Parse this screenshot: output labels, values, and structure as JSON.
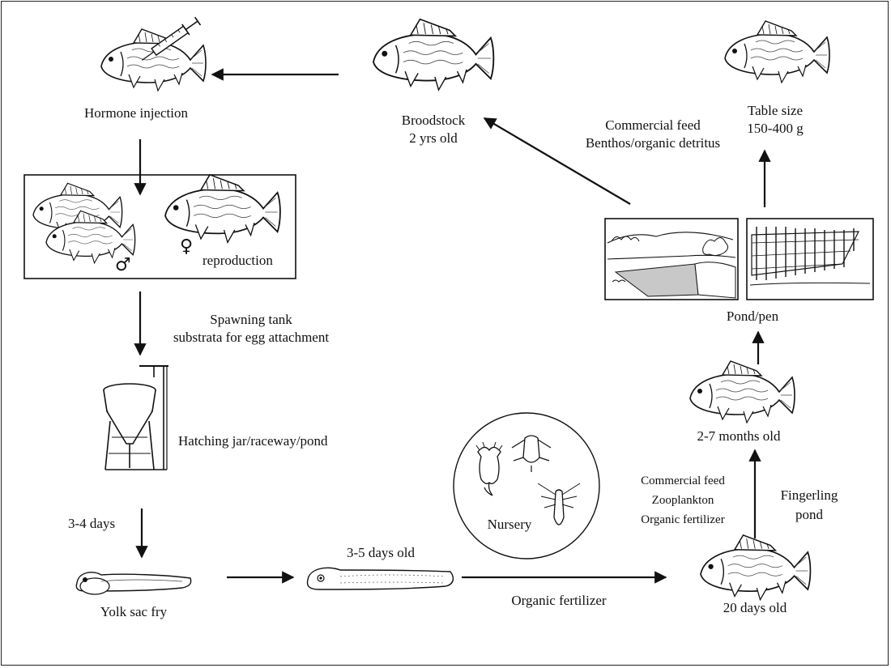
{
  "stages": {
    "hormone_injection": "Hormone injection",
    "broodstock": [
      "Broodstock",
      "2 yrs old"
    ],
    "table_size": [
      "Table size",
      "150-400 g"
    ],
    "reproduction": "reproduction",
    "male_symbol": "♂",
    "female_symbol": "♀",
    "spawning_tank": [
      "Spawning tank",
      "substrata for egg attachment"
    ],
    "hatching": "Hatching jar/raceway/pond",
    "three_four_days": "3-4 days",
    "yolk_sac_fry": "Yolk sac fry",
    "three_five_days_old": "3-5 days old",
    "organic_fertilizer": "Organic fertilizer",
    "nursery": "Nursery",
    "twenty_days_old": "20 days old",
    "fingerling_pond": [
      "Fingerling",
      "pond"
    ],
    "two_seven_months": "2-7 months old",
    "pond_pen": "Pond/pen",
    "feed_top": [
      "Commercial feed",
      "Benthos/organic detritus"
    ],
    "feed_fingerling": [
      "Commercial feed",
      "Zooplankton",
      "Organic fertilizer"
    ]
  },
  "icons": [
    "syringe-icon",
    "carp-icon",
    "hatching-jar-icon",
    "fry-icon",
    "zooplankton-icon",
    "pond-icon",
    "pen-icon"
  ]
}
